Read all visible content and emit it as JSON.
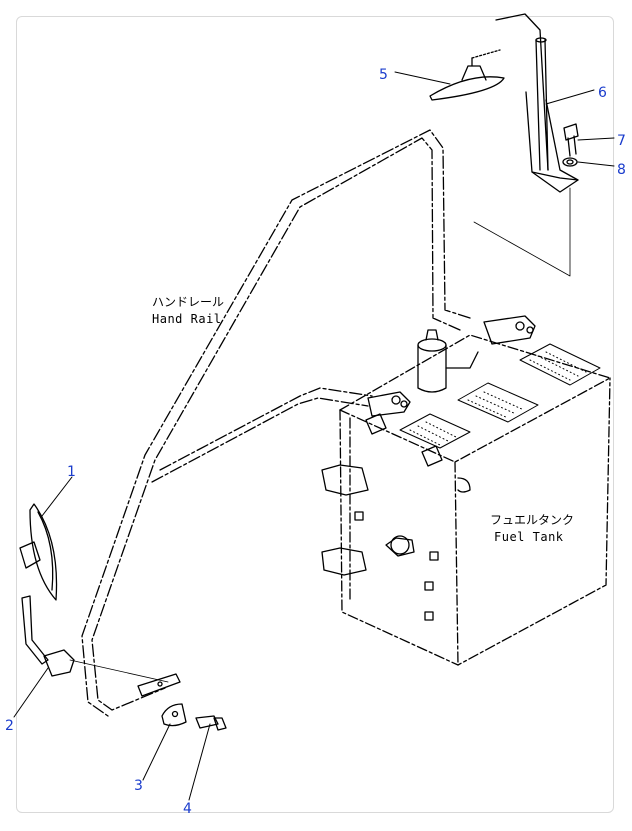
{
  "colors": {
    "callout": "#1a3ccc",
    "line": "#000000",
    "frame": "#d9d9d9"
  },
  "labels": {
    "handrail_jp": "ハンドレール",
    "handrail_en": "Hand Rail",
    "fueltank_jp": "フュエルタンク",
    "fueltank_en": "Fuel Tank"
  },
  "callouts": [
    "1",
    "2",
    "3",
    "4",
    "5",
    "6",
    "7",
    "8"
  ]
}
